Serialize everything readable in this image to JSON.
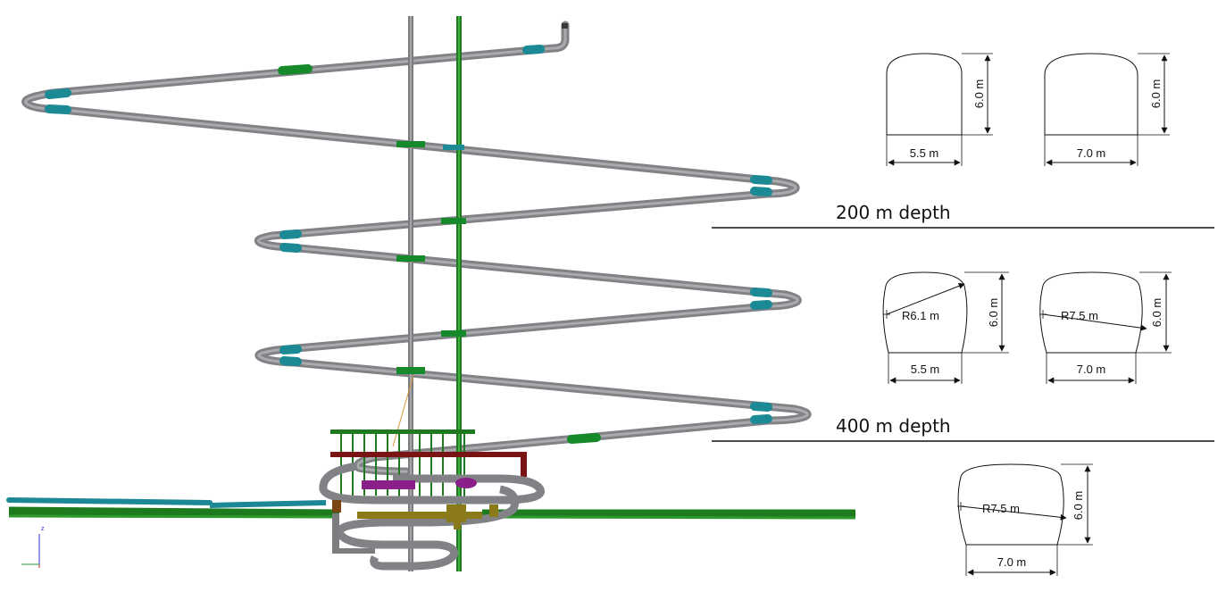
{
  "depth_labels": [
    "200 m depth",
    "400 m depth"
  ],
  "profiles": [
    {
      "shape": "flat-wall",
      "width_label": "5.5 m",
      "height_label": "6.0 m"
    },
    {
      "shape": "flat-wall",
      "width_label": "7.0 m",
      "height_label": "6.0 m"
    },
    {
      "shape": "curved-wall",
      "width_label": "5.5 m",
      "height_label": "6.0 m",
      "radius_label": "R6.1 m"
    },
    {
      "shape": "curved-wall",
      "width_label": "7.0 m",
      "height_label": "6.0 m",
      "radius_label": "R7.5 m"
    },
    {
      "shape": "curved-wall",
      "width_label": "7.0 m",
      "height_label": "6.0 m",
      "radius_label": "R7.5 m"
    }
  ],
  "axis_indicator": {
    "z": "z"
  },
  "colors": {
    "ramp": "#808285",
    "ramp_dark": "#5c5d60",
    "shaft_grey": "#7d7d80",
    "shaft_green": "#1f7a1f",
    "teal_band": "#1b8a95",
    "green_band": "#168a2a",
    "tunnel_green": "#1d7a1d",
    "tunnel_teal": "#1c8896",
    "maroon": "#7a1414",
    "purple": "#8a1f8a",
    "olive": "#8a7a1a"
  }
}
